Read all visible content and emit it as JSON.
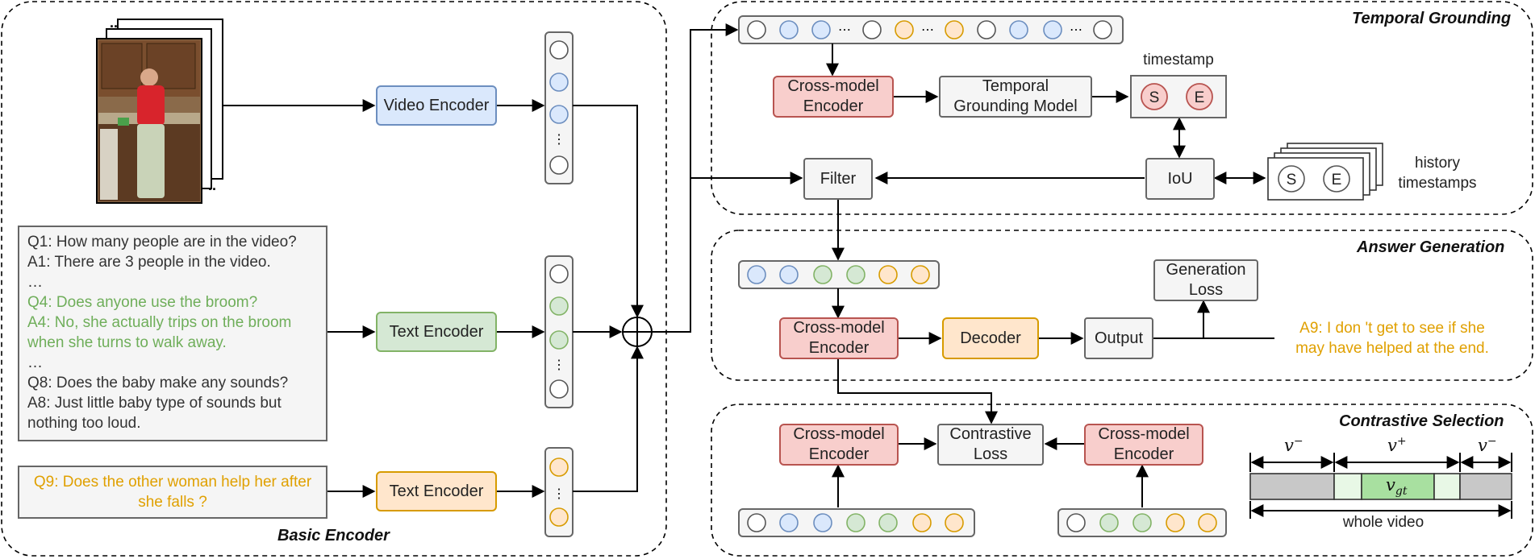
{
  "sections": {
    "basic_encoder": "Basic Encoder",
    "temporal_grounding": "Temporal Grounding",
    "answer_generation": "Answer Generation",
    "contrastive_selection": "Contrastive Selection"
  },
  "encoders": {
    "video": "Video Encoder",
    "text_dialog": "Text Encoder",
    "text_question": "Text Encoder"
  },
  "dialog": [
    {
      "text": "Q1: How many people are in the video?",
      "highlight": false
    },
    {
      "text": "A1: There are 3 people in the video.",
      "highlight": false
    },
    {
      "text": "…",
      "highlight": false
    },
    {
      "text": "Q4: Does anyone use the broom?",
      "highlight": true
    },
    {
      "text": "A4: No, she actually trips on the broom",
      "highlight": true
    },
    {
      "text": "when she turns to walk away.",
      "highlight": true
    },
    {
      "text": "…",
      "highlight": false
    },
    {
      "text": "Q8: Does the baby make any sounds?",
      "highlight": false
    },
    {
      "text": "A8: Just little baby type of sounds but",
      "highlight": false
    },
    {
      "text": "nothing too loud.",
      "highlight": false
    }
  ],
  "question": [
    "Q9: Does the other woman help her after",
    "she falls ?"
  ],
  "grounding": {
    "cross_model_encoder": [
      "Cross-model",
      "Encoder"
    ],
    "temporal_model": [
      "Temporal",
      "Grounding Model"
    ],
    "timestamp_label": "timestamp",
    "start": "S",
    "end": "E",
    "filter": "Filter",
    "iou": "IoU",
    "history_label": [
      "history",
      "timestamps"
    ]
  },
  "generation": {
    "cross_model_encoder": [
      "Cross-model",
      "Encoder"
    ],
    "decoder": "Decoder",
    "output": "Output",
    "generation_loss": [
      "Generation",
      "Loss"
    ],
    "answer": [
      "A9: I don 't get to see if she",
      "may have helped at the end."
    ]
  },
  "contrastive": {
    "left_encoder": [
      "Cross-model",
      "Encoder"
    ],
    "right_encoder": [
      "Cross-model",
      "Encoder"
    ],
    "loss": [
      "Contrastive",
      "Loss"
    ],
    "v_minus": "v",
    "v_plus": "v",
    "v_gt": "v",
    "minus_sup": "−",
    "plus_sup": "+",
    "gt_sub": "gt",
    "whole_video": "whole video"
  },
  "colors": {
    "token_blue": "#dae8fc",
    "token_green": "#d5e8d4",
    "token_orange": "#ffe6cc",
    "token_empty": "#ffffff",
    "highlight_text": "#6fae5a",
    "question_text": "#e0a000"
  }
}
